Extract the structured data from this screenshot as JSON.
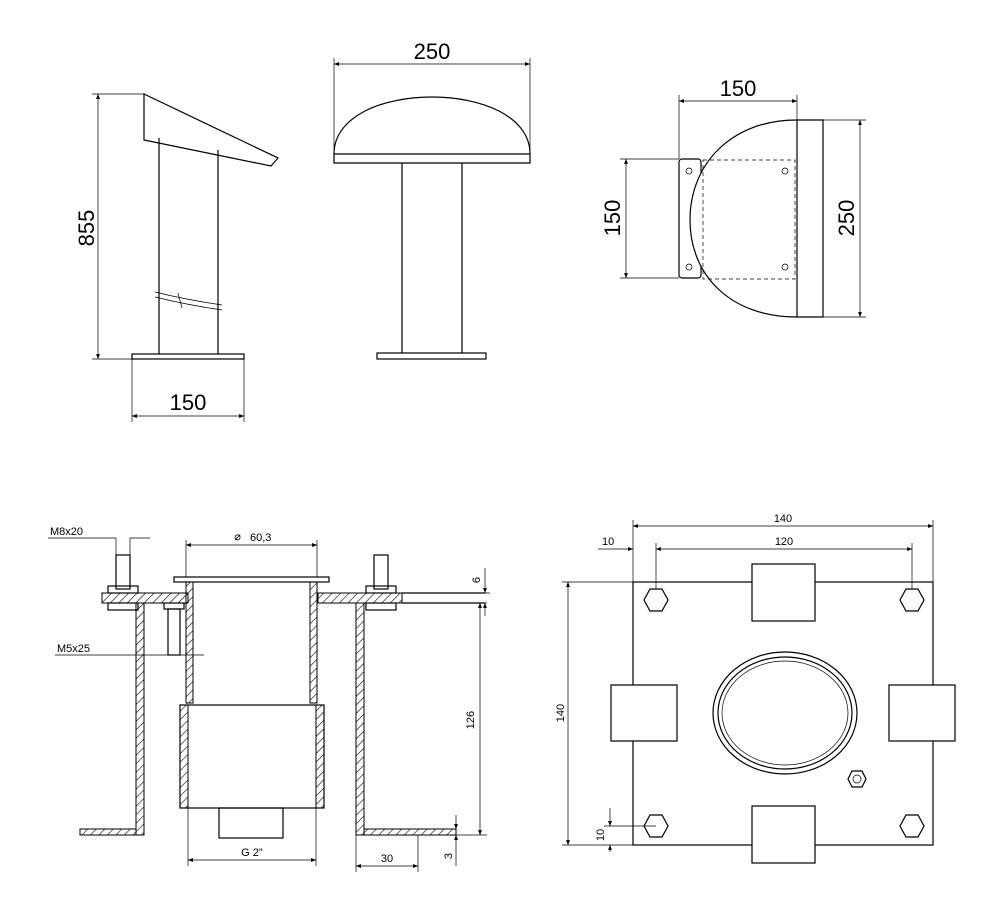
{
  "views": {
    "side": {
      "height": "855",
      "base": "150"
    },
    "front": {
      "width": "250"
    },
    "top": {
      "width": "150",
      "height_left": "150",
      "height_right": "250"
    }
  },
  "detail": {
    "bolt_label": "M8x20",
    "screw_label": "M5x25",
    "pipe_diameter": "60,3",
    "plate_thickness": "6",
    "body_height": "126",
    "thread": "G 2\"",
    "flange_width": "30",
    "flange_thickness": "3"
  },
  "plan": {
    "outer_width": "140",
    "bolt_spacing": "120",
    "edge_offset": "10",
    "outer_height": "140",
    "bottom_offset": "10"
  }
}
